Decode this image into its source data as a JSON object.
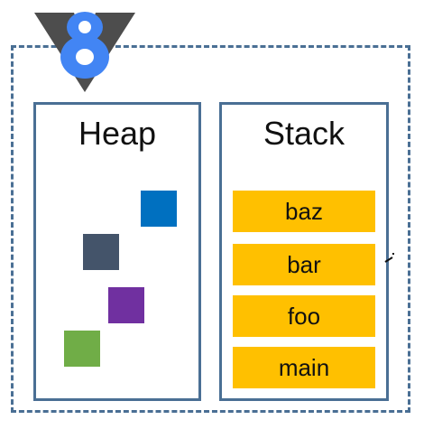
{
  "logo": {
    "icon": "v8-icon",
    "numeral": "8",
    "colors": {
      "chevron": "#4d4d4d",
      "numeral": "#4285f4",
      "numeral_inner": "#ffffff"
    }
  },
  "heap": {
    "title": "Heap",
    "objects": [
      {
        "name": "heap-object-blue",
        "color": "#0070c0"
      },
      {
        "name": "heap-object-slate",
        "color": "#44546a"
      },
      {
        "name": "heap-object-purple",
        "color": "#7030a0"
      },
      {
        "name": "heap-object-green",
        "color": "#70ad47"
      }
    ]
  },
  "stack": {
    "title": "Stack",
    "frames": [
      "baz",
      "bar",
      "foo",
      "main"
    ],
    "frame_color": "#ffc000"
  },
  "colors": {
    "border": "#4a6f94"
  }
}
